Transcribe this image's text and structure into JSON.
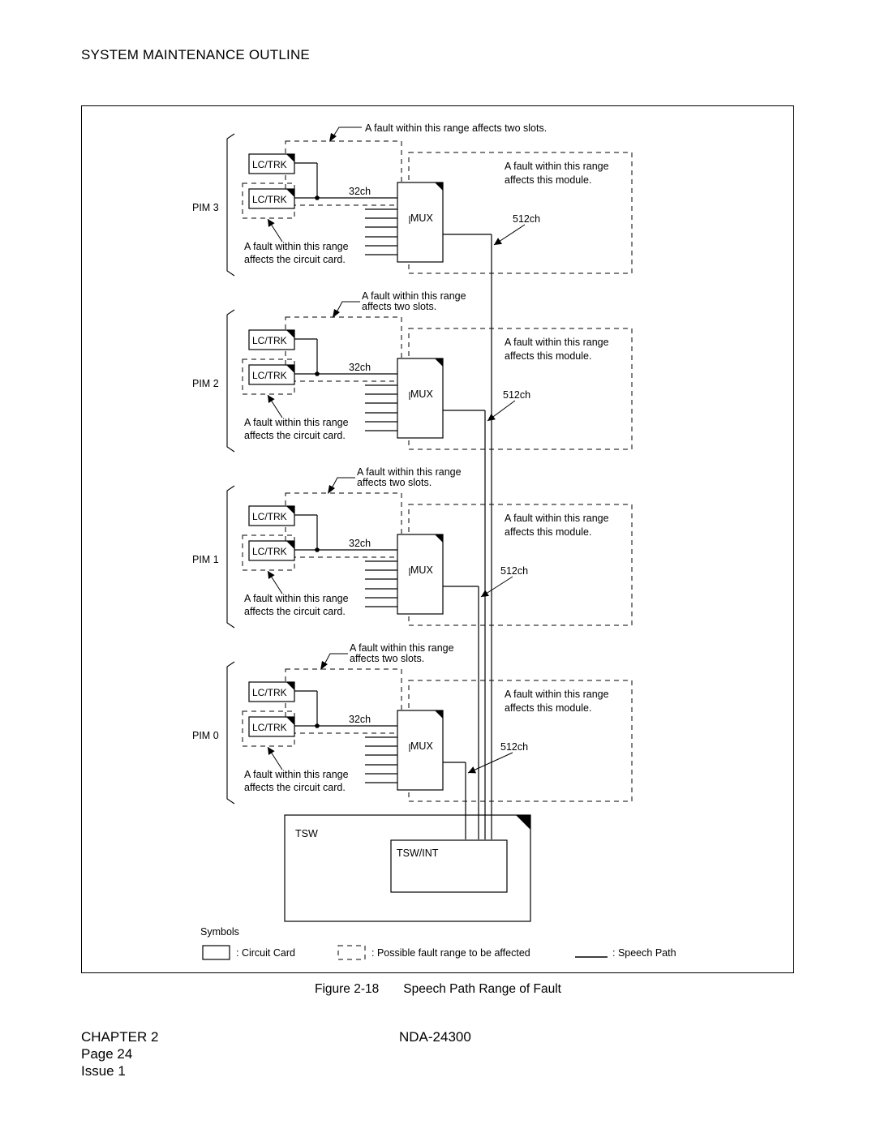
{
  "page": {
    "header": "SYSTEM MAINTENANCE OUTLINE",
    "figure_number": "Figure 2-18",
    "figure_title": "Speech Path Range of Fault",
    "footer": {
      "chapter": "CHAPTER 2",
      "page": "Page 24",
      "issue": "Issue 1",
      "doc_id": "NDA-24300"
    }
  },
  "diagram": {
    "pims": [
      {
        "label": "PIM 3"
      },
      {
        "label": "PIM 2"
      },
      {
        "label": "PIM 1"
      },
      {
        "label": "PIM 0"
      }
    ],
    "card_label": "LC/TRK",
    "mux_label": "MUX",
    "ch32": "32ch",
    "ch512": "512ch",
    "two_slots_line1": "A fault within this range",
    "two_slots_line2": "affects two slots.",
    "two_slots_single": "A fault within this range affects two slots.",
    "module_line1": "A fault within this range",
    "module_line2": "affects this module.",
    "card_line1": "A fault within this range",
    "card_line2": "affects the circuit card.",
    "tsw_label": "TSW",
    "tsw_int_label": "TSW/INT"
  },
  "legend": {
    "title": "Symbols",
    "circuit_card": ": Circuit Card",
    "fault_range": ": Possible fault range to be affected",
    "speech_path": ": Speech Path"
  }
}
